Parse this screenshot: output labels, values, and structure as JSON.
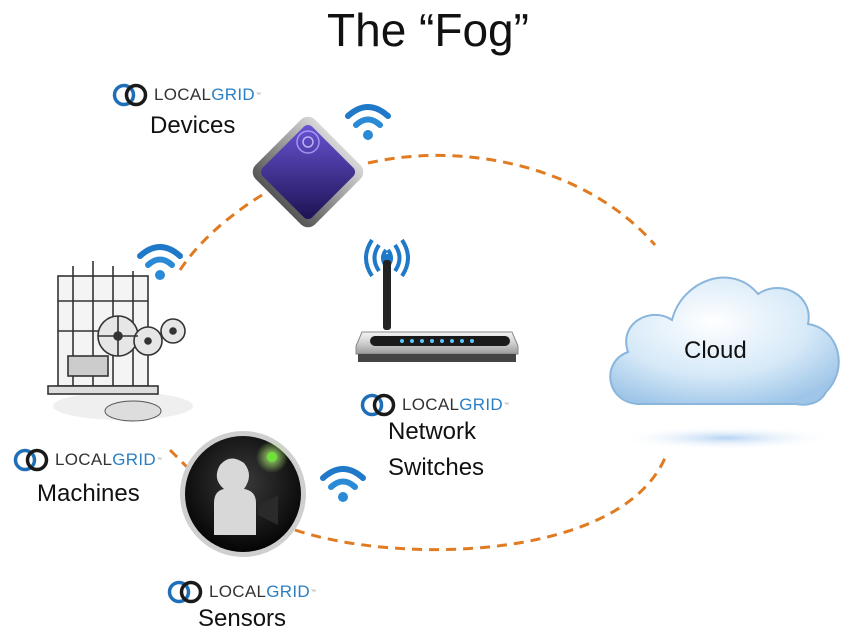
{
  "title": "The “Fog”",
  "logo": {
    "part1": "LOCAL",
    "part2": "GRID",
    "mark": "™"
  },
  "nodes": {
    "devices": "Devices",
    "machines": "Machines",
    "sensors": "Sensors",
    "network": {
      "line1": "Network",
      "line2": "Switches"
    },
    "cloud": "Cloud"
  },
  "colors": {
    "link": "#e07b22",
    "wifi": "#1f78c8",
    "logo_blue": "#1f6fb8",
    "device": "#3b2a8f"
  }
}
